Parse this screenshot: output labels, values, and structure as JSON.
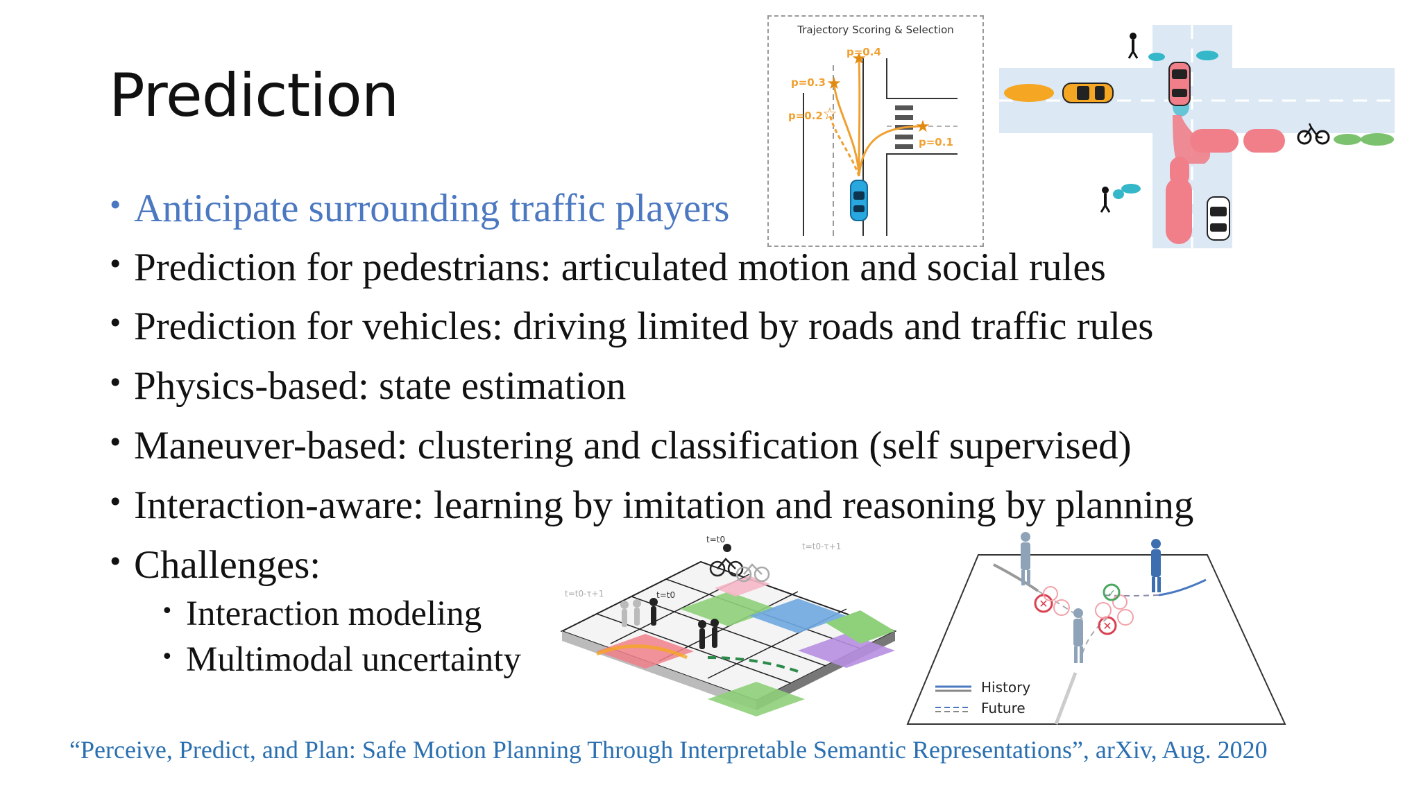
{
  "slide": {
    "title": "Prediction",
    "bullets": [
      {
        "text": "Anticipate surrounding traffic players",
        "highlight": true
      },
      {
        "text": "Prediction for pedestrians: articulated motion and social rules",
        "highlight": false
      },
      {
        "text": "Prediction for vehicles: driving limited by roads and traffic rules",
        "highlight": false
      },
      {
        "text": "Physics-based: state estimation",
        "highlight": false
      },
      {
        "text": "Maneuver-based: clustering and classification (self supervised)",
        "highlight": false
      },
      {
        "text": "Interaction-aware: learning by imitation and reasoning by planning",
        "highlight": false
      },
      {
        "text": "Challenges:",
        "highlight": false
      }
    ],
    "sub_bullets": [
      "Interaction modeling",
      "Multimodal uncertainty"
    ],
    "bullet_glyph": "•",
    "citation": "“Perceive, Predict, and Plan: Safe Motion Planning Through Interpretable Semantic Representations”, arXiv, Aug. 2020"
  },
  "figures": {
    "trajectory_scoring": {
      "title": "Trajectory Scoring & Selection",
      "probabilities": [
        "p=0.4",
        "p=0.3",
        "p=0.2",
        "p=0.1"
      ]
    },
    "grid_scene": {
      "time_labels": [
        "t=t0",
        "t=t0-τ+1",
        "t=t0-τ+1",
        "t=t0"
      ]
    },
    "interaction_plane": {
      "legend": [
        "History",
        "Future"
      ]
    }
  },
  "colors": {
    "highlight_text": "#4b78c0",
    "citation": "#2a6fb0",
    "trajectory": "#f0a030",
    "ego_vehicle": "#29a8e0",
    "road_bg": "#dde8f5",
    "prediction_red": "#f07f8a",
    "prediction_teal": "#33b7c9",
    "prediction_green": "#7cc26e",
    "prediction_orange": "#f5a623"
  },
  "icons": {
    "star": "star-icon",
    "car": "car-icon",
    "pedestrian": "pedestrian-icon",
    "bicycle": "bicycle-icon",
    "conflict": "x-circle-icon",
    "ok": "check-circle-icon"
  }
}
